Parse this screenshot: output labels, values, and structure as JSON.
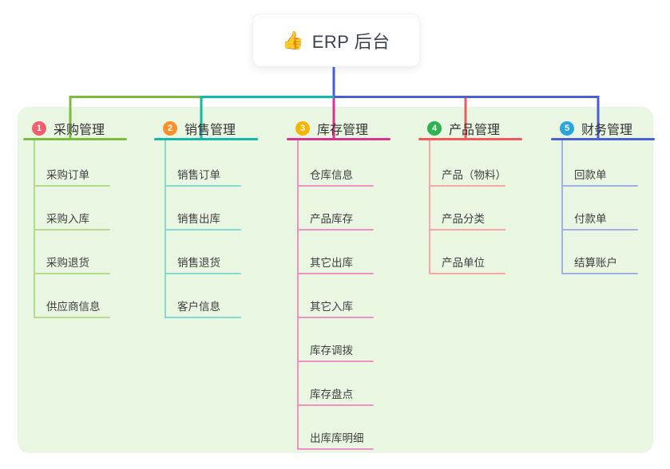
{
  "root": {
    "icon": "👍",
    "title": "ERP 后台"
  },
  "canvas": {
    "background": "#ffffff",
    "panel_color": "#e9f6e2"
  },
  "connector": {
    "root_color": "#4a5fd1"
  },
  "branches": [
    {
      "index": "1",
      "label": "采购管理",
      "badge_color": "#f25e6d",
      "line_color": "#7cbb3f",
      "child_line_color": "#b5dc8e",
      "children": [
        "采购订单",
        "采购入库",
        "采购退货",
        "供应商信息"
      ]
    },
    {
      "index": "2",
      "label": "销售管理",
      "badge_color": "#f7912d",
      "line_color": "#12b9a7",
      "child_line_color": "#82dbd0",
      "children": [
        "销售订单",
        "销售出库",
        "销售退货",
        "客户信息"
      ]
    },
    {
      "index": "3",
      "label": "库存管理",
      "badge_color": "#f6b501",
      "line_color": "#d6368f",
      "child_line_color": "#f090c5",
      "children": [
        "仓库信息",
        "产品库存",
        "其它出库",
        "其它入库",
        "库存调拨",
        "库存盘点",
        "出库库明细"
      ]
    },
    {
      "index": "4",
      "label": "产品管理",
      "badge_color": "#2fb350",
      "line_color": "#f2585c",
      "child_line_color": "#f9a6a8",
      "children": [
        "产品（物料）",
        "产品分类",
        "产品单位"
      ]
    },
    {
      "index": "5",
      "label": "财务管理",
      "badge_color": "#29a6df",
      "line_color": "#4a5fd1",
      "child_line_color": "#a0b1e7",
      "children": [
        "回款单",
        "付款单",
        "结算账户"
      ]
    }
  ]
}
